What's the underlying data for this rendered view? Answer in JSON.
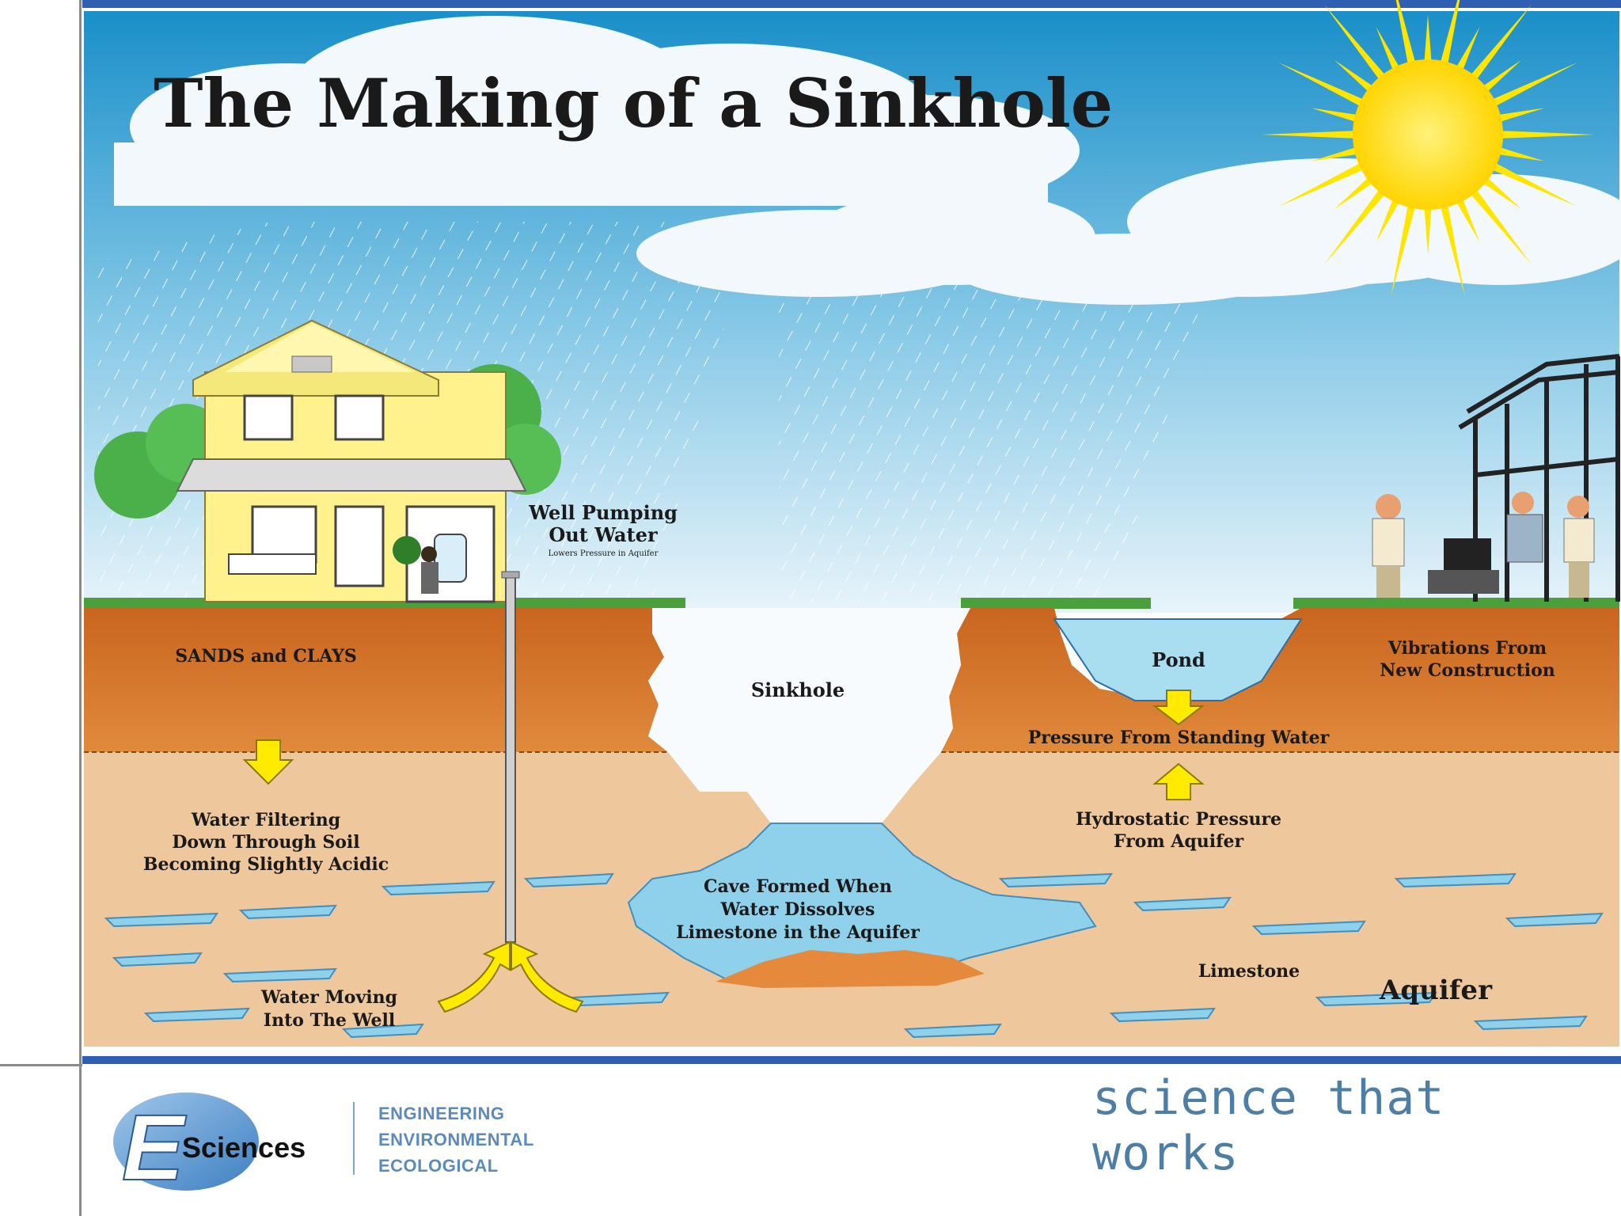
{
  "diagram": {
    "title": "The Making of a Sinkhole",
    "labels": {
      "well_title_1": "Well Pumping",
      "well_title_2": "Out Water",
      "well_sub": "Lowers Pressure in Aquifer",
      "sands": "SANDS and CLAYS",
      "sinkhole": "Sinkhole",
      "pond": "Pond",
      "vibrations_1": "Vibrations From",
      "vibrations_2": "New Construction",
      "pressure_standing": "Pressure From Standing Water",
      "hydro_1": "Hydrostatic Pressure",
      "hydro_2": "From Aquifer",
      "filter_1": "Water Filtering",
      "filter_2": "Down Through Soil",
      "filter_3": "Becoming Slightly Acidic",
      "cave_1": "Cave Formed When",
      "cave_2": "Water Dissolves",
      "cave_3": "Limestone in the Aquifer",
      "limestone": "Limestone",
      "aquifer": "Aquifer",
      "moving_1": "Water Moving",
      "moving_2": "Into The Well"
    },
    "colors": {
      "sky_top": "#1a8fc9",
      "sky_bottom": "#e8f4fa",
      "soil": "#d97a2e",
      "limestone": "#efc79c",
      "water": "#8fd0ea",
      "sun": "#ffe600",
      "frame": "#2f5fb3"
    }
  },
  "footer": {
    "logo_letter": "E",
    "logo_word": "Sciences",
    "disciplines": [
      "ENGINEERING",
      "ENVIRONMENTAL",
      "ECOLOGICAL"
    ],
    "tagline": "science that works"
  }
}
